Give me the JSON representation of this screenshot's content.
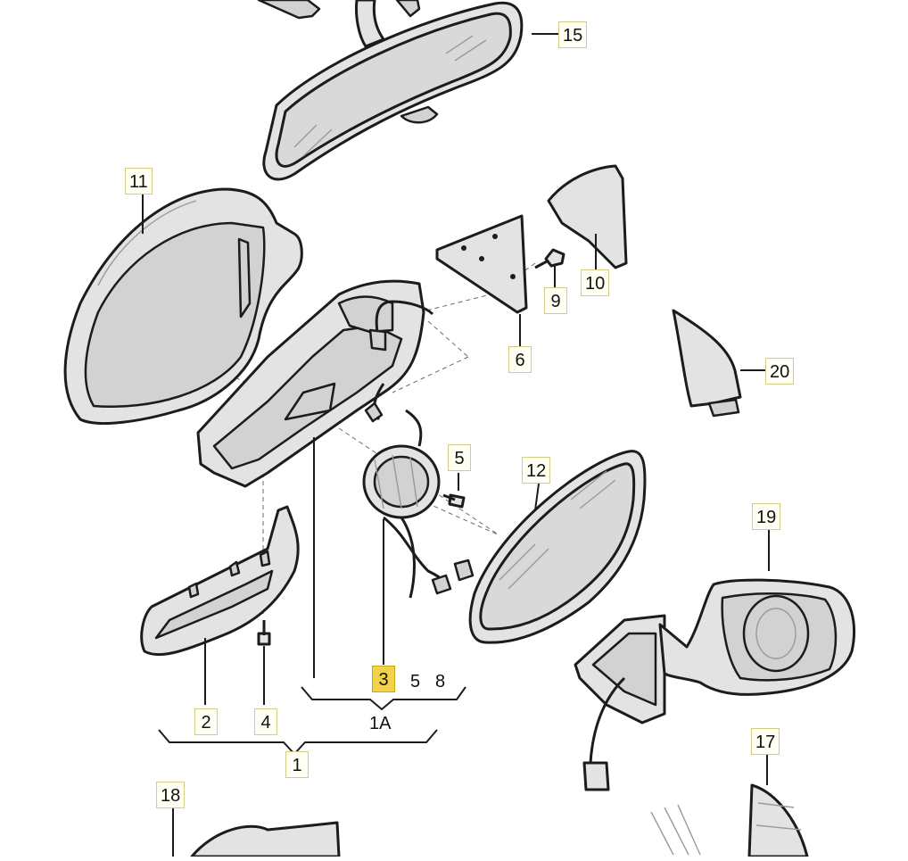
{
  "labels": {
    "l1": "1",
    "l1a": "1A",
    "l2": "2",
    "l3": "3",
    "l4": "4",
    "l5": "5",
    "l5b": "5",
    "l6": "6",
    "l8": "8",
    "l9": "9",
    "l10": "10",
    "l11": "11",
    "l12": "12",
    "l15": "15",
    "l17": "17",
    "l18": "18",
    "l19": "19",
    "l20": "20"
  },
  "colors": {
    "highlight": "#f1d24a",
    "label_fill": "#fffff4",
    "line": "#1c1c1c",
    "part_fill": "#e3e3e3"
  }
}
